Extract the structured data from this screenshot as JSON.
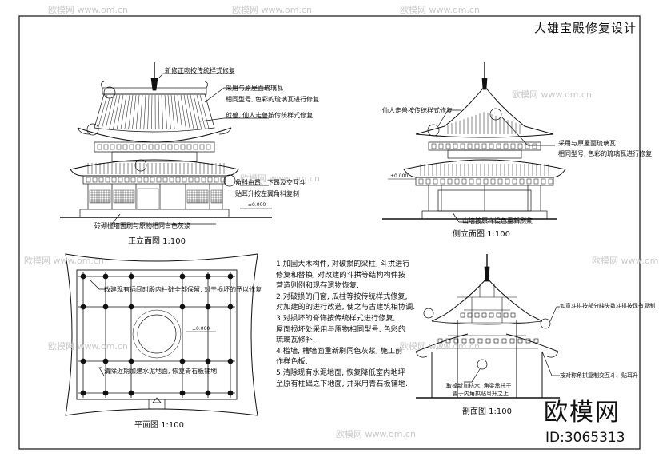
{
  "sheet_title": "大雄宝殿修复设计",
  "front": {
    "caption": "正立面图 1:100",
    "notes": [
      "新修正吻按传统样式修复",
      "采用与原屋面琉璃瓦",
      "相同型号, 色彩的琉璃瓦进行修复",
      "戗兽, 仙人走兽按传统样式修复",
      "角科由昂、下昂及交互斗",
      "贴耳升按左翼角科复制",
      "砖砌槛墙面刷与原物相同白色灰浆"
    ],
    "elev_mark": "±0.000"
  },
  "side": {
    "caption": "侧立面图 1:100",
    "notes": [
      "仙人走兽按传统样式修复",
      "采用与原屋面琉璃瓦",
      "相同型号, 色彩的琉璃瓦进行修复",
      "山墙按原样设色重新刷浆"
    ],
    "elev_mark": "±0.000"
  },
  "plan": {
    "caption": "平面图 1:100",
    "notes": [
      "改建现有插间时殿内柱础全部保留, 对于损坏的予以修复",
      "清除近期加建水泥地面, 恢复青石板铺地"
    ],
    "elev_mark": "±0.000"
  },
  "section": {
    "caption": "剖面图 1:100",
    "notes": [
      "如意斗拱按部分缺失数斗拱按现有复制",
      "按对称角拱复制交互斗、贴耳升",
      "取掉新加枋木, 角梁承托于",
      "置于内角拱贴耳升之上"
    ]
  },
  "general_notes": [
    "1.加固大木构件, 对破损的梁柱, 斗拱进行",
    "修复和替换, 对改建的斗拱等结构构件按",
    "营造则例和现存遗物恢复.",
    "2.对破损的门窗, 瓜柱等按传统样式修复,",
    "对加建的的进行改造, 使之与古建筑相协调.",
    "3.对损坏的脊饰按传统样式进行修复,",
    "屋面损坏处采用与原物相同型号, 色彩的",
    "琉璃瓦修补.",
    "4.槛墙, 槽墙面重新刷同色灰浆, 施工前",
    "作样色板.",
    "5.清除现有水泥地面, 恢复降低室内地坪",
    "至原有柱础之下地面, 并采用青石板铺地."
  ],
  "watermark_text": "欧模网  www.om.cn",
  "brand": "欧模网",
  "brand_id": "ID:3065313"
}
